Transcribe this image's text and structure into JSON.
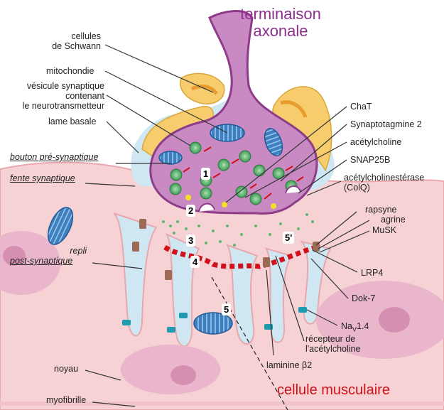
{
  "title": {
    "line1": "terminaison",
    "line2": "axonale"
  },
  "muscle_title": "cellule musculaire",
  "labels_left": {
    "schwann_1": "cellules",
    "schwann_2": "de Schwann",
    "mitochondrie": "mitochondie",
    "vesicule_1": "vésicule synaptique",
    "vesicule_2": "contenant",
    "vesicule_3": "le neurotransmetteur",
    "lame_basale": "lame basale",
    "bouton": "bouton pré-synaptique",
    "fente": "fente synaptique",
    "repli_1": "repli",
    "repli_2": "post-synaptique",
    "noyau": "noyau",
    "myofibrille": "myofibrille"
  },
  "labels_right": {
    "chat": "ChaT",
    "syt2": "Synaptotagmine 2",
    "ach": "acétylcholine",
    "snap25b": "SNAP25B",
    "ache_1": "acétylcholinestérase",
    "ache_2": "(ColQ)",
    "rapsyne": "rapsyne",
    "agrine": "agrine",
    "musk": "MuSK",
    "lrp4": "LRP4",
    "dok7": "Dok-7",
    "nav_main": "Na",
    "nav_sub": "V",
    "nav_suffix": "1.4",
    "achr_1": "récepteur de",
    "achr_2": "l'acétylcholine",
    "laminine": "laminine β2"
  },
  "numbers": {
    "n1": "1",
    "n2": "2",
    "n3": "3",
    "n4": "4",
    "n5p": "5'",
    "n5": "5"
  },
  "colors": {
    "title": "#8e2f8f",
    "muscle_title": "#d0101a",
    "axon": "#c98ac3",
    "axon_border": "#8e3b8a",
    "schwann": "#f6cc6c",
    "basal_lamina": "#cde6f2",
    "muscle": "#f6d2d4",
    "muscle_border": "#e9a8ad",
    "nucleus": "#e6aec6",
    "mitochondria": "#3d7fbf",
    "vesicle": "#5fb870",
    "receptor": "#e01020"
  }
}
